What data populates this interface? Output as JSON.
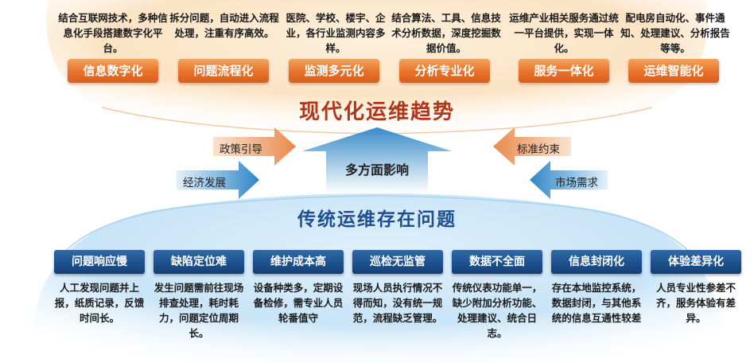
{
  "top": {
    "title": "现代化运维趋势",
    "items": [
      {
        "desc": "结合互联网技术，多种信息化手段搭建数字化平台。",
        "label": "信息数字化"
      },
      {
        "desc": "拆分问题，自动进入流程处理，注重有序高效。",
        "label": "问题流程化"
      },
      {
        "desc": "医院、学校、楼宇、企业，各行业监测内容多样。",
        "label": "监测多元化"
      },
      {
        "desc": "结合算法、工具、信息技术分析数据，深度挖掘数据价值。",
        "label": "分析专业化"
      },
      {
        "desc": "运维产业相关服务通过统一平台提供，实现一体化。",
        "label": "服务一体化"
      },
      {
        "desc": "配电房自动化、事件通知、处理建议、分析报告等等。",
        "label": "运维智能化"
      }
    ]
  },
  "middle": {
    "center": "多方面影响",
    "left_upper": "政策引导",
    "left_lower": "经济发展",
    "right_upper": "标准约束",
    "right_lower": "市场需求"
  },
  "bottom": {
    "title": "传统运维存在问题",
    "items": [
      {
        "label": "问题响应慢",
        "desc": "人工发现问题并上报，纸质记录，反馈时间长。"
      },
      {
        "label": "缺陷定位难",
        "desc": "发生问题需前往现场排查处理，耗时耗力，问题定位周期长。"
      },
      {
        "label": "维护成本高",
        "desc": "设备种类多，定期设备检修，需专业人员轮番值守"
      },
      {
        "label": "巡检无监管",
        "desc": "现场人员执行情况不得而知，没有统一规范，流程缺乏管理。"
      },
      {
        "label": "数据不全面",
        "desc": "传统仪表功能单一，缺少附加分析功能、处理建议、统合日志。"
      },
      {
        "label": "信息封闭化",
        "desc": "存在本地监控系统，数据封闭，与其他系统的信息互通性较差"
      },
      {
        "label": "体验差异化",
        "desc": "人员专业性参差不齐，服务体验有差异。"
      }
    ]
  },
  "colors": {
    "orange": "#e8712a",
    "blue": "#1c4f8b",
    "top_title": "#b3361a",
    "bottom_title": "#1f4f8f"
  }
}
